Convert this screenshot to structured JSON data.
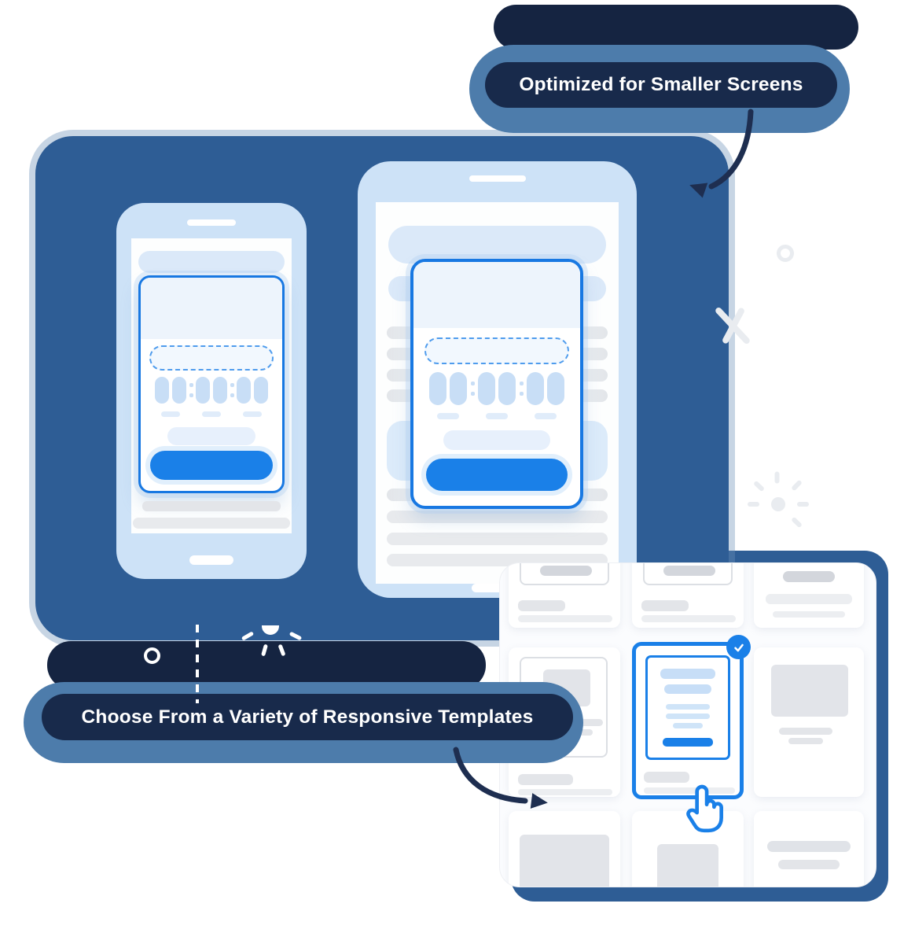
{
  "banners": {
    "top": {
      "label": "Optimized for Smaller Screens"
    },
    "bottom": {
      "label": "Choose From a Variety of Responsive Templates"
    }
  },
  "colors": {
    "accent_blue": "#1a80e8",
    "form_border_blue": "#1878e2",
    "banner_navy": "#182a4b",
    "banner_shadow_navy": "#152441",
    "steel_glow": "#4d7cab",
    "card_shadow": "#2e5d95",
    "device_body": "#cde2f7",
    "screen_header_blue": "#dbe9f9",
    "countdown_cell_blue": "#c8def6",
    "placeholder_gray": "#e3e5e9",
    "arrow_navy": "#1e2e50"
  },
  "illustration": {
    "devices": [
      {
        "type": "phone"
      },
      {
        "type": "tablet"
      }
    ],
    "template_grid": {
      "rows": 3,
      "cols": 3,
      "selected_cell": "row-2-col-2",
      "selected_checked": true
    }
  },
  "icons": {
    "check": "check-icon",
    "hand": "hand-cursor-icon",
    "arrow_top": "curved-arrow-down-icon",
    "arrow_bottom": "curved-arrow-right-icon",
    "burst": "burst-decoration",
    "ring": "circle-decoration",
    "cross": "x-decoration"
  }
}
